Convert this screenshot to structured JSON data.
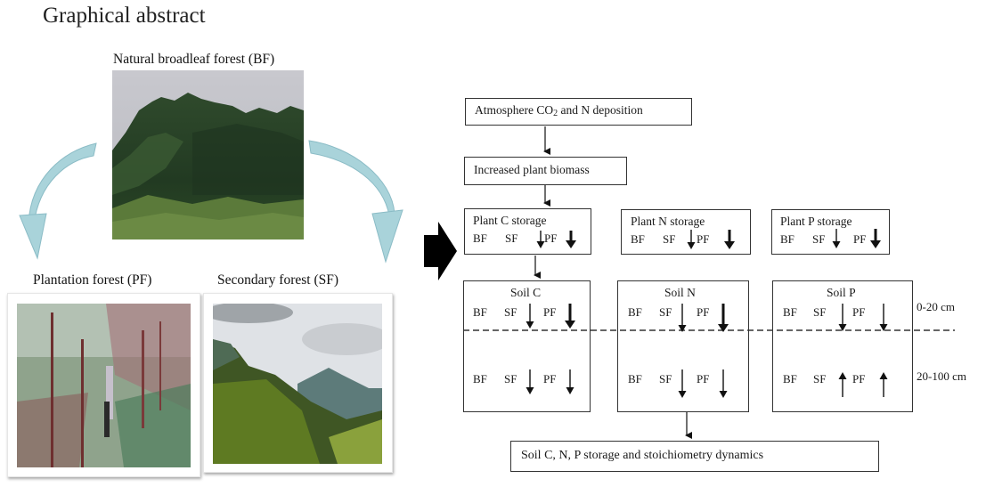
{
  "title": "Graphical abstract",
  "forests": {
    "bf": {
      "label": "Natural broadleaf forest (BF)",
      "image": "mountain-broadleaf-forest-photo"
    },
    "pf": {
      "label": "Plantation forest (PF)",
      "image": "plantation-forest-photo"
    },
    "sf": {
      "label": "Secondary forest (SF)",
      "image": "secondary-forest-photo"
    }
  },
  "flow": {
    "atmosphere": {
      "text_pre": "Atmosphere CO",
      "sub": "2",
      "text_post": " and N deposition"
    },
    "biomass": "Increased plant biomass",
    "plant_boxes": [
      {
        "title": "Plant C storage",
        "bf": "BF",
        "sf": "SF",
        "pf": "PF",
        "sf_trend": "down",
        "pf_trend": "down-strong"
      },
      {
        "title": "Plant N storage",
        "bf": "BF",
        "sf": "SF",
        "pf": "PF",
        "sf_trend": "down",
        "pf_trend": "down-strong"
      },
      {
        "title": "Plant P storage",
        "bf": "BF",
        "sf": "SF",
        "pf": "PF",
        "sf_trend": "down",
        "pf_trend": "down-strong"
      }
    ],
    "soil_boxes": [
      {
        "title": "Soil C",
        "top": {
          "bf": "BF",
          "sf": "SF",
          "pf": "PF",
          "sf_trend": "down",
          "pf_trend": "down-strong"
        },
        "bottom": {
          "bf": "BF",
          "sf": "SF",
          "pf": "PF",
          "sf_trend": "down",
          "pf_trend": "down"
        }
      },
      {
        "title": "Soil N",
        "top": {
          "bf": "BF",
          "sf": "SF",
          "pf": "PF",
          "sf_trend": "down",
          "pf_trend": "down-strong"
        },
        "bottom": {
          "bf": "BF",
          "sf": "SF",
          "pf": "PF",
          "sf_trend": "down",
          "pf_trend": "down"
        }
      },
      {
        "title": "Soil P",
        "top": {
          "bf": "BF",
          "sf": "SF",
          "pf": "PF",
          "sf_trend": "down",
          "pf_trend": "down"
        },
        "bottom": {
          "bf": "BF",
          "sf": "SF",
          "pf": "PF",
          "sf_trend": "up",
          "pf_trend": "up"
        }
      }
    ],
    "depths": [
      "0-20  cm",
      "20-100  cm"
    ],
    "result": "Soil C, N, P storage and stoichiometry  dynamics"
  },
  "colors": {
    "curved_arrow": "#a9d3da",
    "curved_arrow_edge": "#8bbcc6",
    "line": "#222222"
  }
}
